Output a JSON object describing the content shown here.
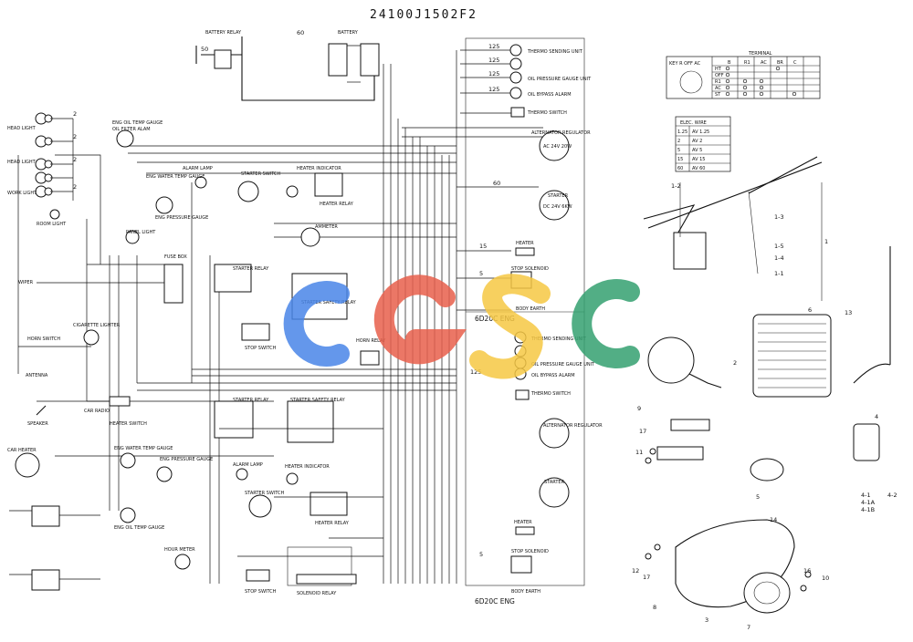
{
  "title": "24100J1502F2",
  "watermark": {
    "letters": [
      "C",
      "G",
      "S",
      "C"
    ],
    "colors": [
      "#4a86e8",
      "#e8604c",
      "#f6c844",
      "#34a070"
    ]
  },
  "left_labels": {
    "head_light_1": "HEAD LIGHT",
    "head_light_2": "HEAD LIGHT",
    "work_light": "WORK LIGHT",
    "room_light": "ROOM LIGHT",
    "wiper": "WIPER",
    "horn_switch": "HORN SWITCH",
    "antenna": "ANTENNA",
    "speaker": "SPEAKER",
    "car_heater": "CAR HEATER",
    "car_radio": "CAR RADIO",
    "heater_switch": "HEATER SWITCH",
    "cigarette_lighter": "CIGARETTE LIGHTER",
    "hour_meter": "HOUR METER"
  },
  "upper_labels": {
    "battery_relay": "BATTERY RELAY",
    "battery": "BATTERY",
    "oil_filter_alarm": "OIL FILTER ALAM",
    "eng_oil_temp_gauge": "ENG OIL TEMP GAUGE",
    "eng_water_temp_gauge": "ENG WATER TEMP GAUGE",
    "eng_pressure_gauge": "ENG PRESSURE GAUGE",
    "alarm_lamp": "ALARM LAMP",
    "starter_switch": "STARTER SWITCH",
    "heater_indicator": "HEATER INDICATOR",
    "ammeter": "AMMETER",
    "panel_light": "PANEL LIGHT",
    "fuse_box": "FUSE BOX",
    "starter_relay": "STARTER RELAY",
    "starter_safety_relay": "STARTER SAFETY RELAY",
    "stop_switch": "STOP SWITCH",
    "horn_relay": "HORN RELAY",
    "heater_relay": "HEATER RELAY"
  },
  "engine_labels": {
    "thermo_sending_unit": "THERMO SENDING UNIT",
    "oil_pressure_gauge_unit": "OIL PRESSURE GAUGE UNIT",
    "oil_bypass_alarm": "OIL BYPASS ALARM",
    "thermo_switch": "THERMO SWITCH",
    "alternator": "ALTERNATOR REGULATOR",
    "alt_rating": "AC 24V 20W",
    "starter": "STARTER",
    "starter_rating": "DC 24V 6KW",
    "heater": "HEATER",
    "stop_solenoid": "STOP SOLENOID",
    "body_earth": "BODY EARTH",
    "eng_model": "6D20C ENG"
  },
  "lower_labels": {
    "starter_relay": "STARTER RELAY",
    "starter_safety_relay": "STARTER SAFETY RELAY",
    "alarm_lamp": "ALARM LAMP",
    "heater_indicator": "HEATER INDICATOR",
    "starter_switch": "STARTER SWITCH",
    "heater_relay": "HEATER RELAY",
    "stop_switch": "STOP SWITCH",
    "solenoid_relay": "SOLENOID RELAY",
    "eng_water_temp": "ENG WATER TEMP GAUGE",
    "eng_pressure": "ENG PRESSURE GAUGE",
    "eng_oil_temp": "ENG OIL TEMP GAUGE"
  },
  "wire_sizes": [
    "125",
    "125",
    "125",
    "125",
    "125",
    "60",
    "60",
    "50",
    "15",
    "5",
    "5",
    "2",
    "2",
    "2",
    "2"
  ],
  "key_table": {
    "title": "TERMINAL",
    "corner": "KEY R OFF AC",
    "columns": [
      "B",
      "R1",
      "AC",
      "BR",
      "C"
    ],
    "rows": [
      {
        "label": "HT",
        "marks": [
          1,
          0,
          0,
          1,
          0
        ]
      },
      {
        "label": "OFF",
        "marks": [
          1,
          0,
          0,
          0,
          0
        ]
      },
      {
        "label": "R1",
        "marks": [
          1,
          1,
          1,
          0,
          0
        ]
      },
      {
        "label": "AC",
        "marks": [
          1,
          1,
          1,
          0,
          0
        ]
      },
      {
        "label": "ST",
        "marks": [
          1,
          1,
          1,
          0,
          1
        ]
      }
    ]
  },
  "wire_table": {
    "title": "ELEC. WIRE",
    "rows": [
      [
        "1.25",
        "AV 1.25"
      ],
      [
        "2",
        "AV 2"
      ],
      [
        "5",
        "AV 5"
      ],
      [
        "15",
        "AV 15"
      ],
      [
        "60",
        "AV 60"
      ]
    ]
  },
  "part_numbers": {
    "wiper_group": "1",
    "p1_2": "1-2",
    "p1_3": "1-3",
    "p1_5": "1-5",
    "p1_4": "1-4",
    "p1_1": "1-1",
    "headlight": "2",
    "p3": "3",
    "p4": "4",
    "p4_1": "4-1",
    "p4_1a": "4-1A",
    "p4_1b": "4-1B",
    "p4_2": "4-2",
    "p5": "5",
    "p6": "6",
    "p7": "7",
    "p8": "8",
    "p9": "9",
    "p10": "10",
    "p11": "11",
    "p12": "12",
    "p13": "13",
    "p14": "14",
    "p16": "16",
    "p17a": "17",
    "p17b": "17"
  }
}
